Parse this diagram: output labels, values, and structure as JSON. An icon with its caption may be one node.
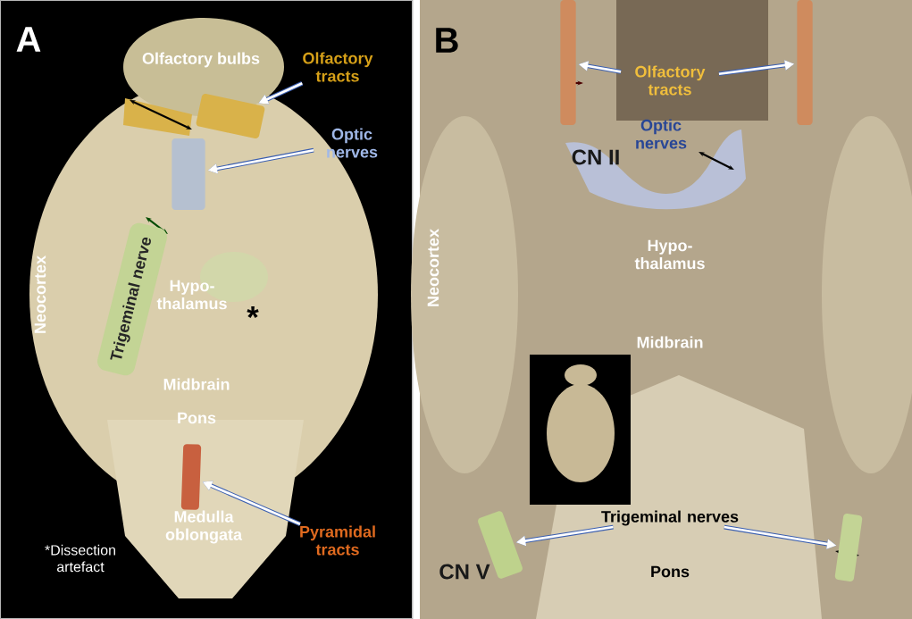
{
  "diagram": {
    "nodes": [
      {
        "text": [
          "Olfactory tracts"
        ]
      },
      {
        "text": [],
        "shape": "box"
      },
      {
        "text": [
          "Optic nerves"
        ]
      },
      {
        "text": [],
        "shape": "box"
      },
      {
        "text": [
          "Trigeminal nerve"
        ]
      },
      {
        "text": [
          "Pyramidal tracts"
        ]
      },
      {
        "text": [],
        "shape": "box"
      },
      {
        "text": [
          "Olfactory tracts"
        ]
      },
      {
        "text": [],
        "shape": "box"
      },
      {
        "text": [],
        "shape": "box"
      },
      {
        "text": [
          "Trigeminal nerves"
        ]
      },
      {
        "text": [],
        "shape": "box"
      },
      {
        "text": [],
        "shape": "box"
      }
    ],
    "edges": [
      {
        "from": 0,
        "to": 1,
        "arrow": "to"
      },
      {
        "from": 2,
        "to": 3,
        "arrow": "to"
      },
      {
        "from": 5,
        "to": 6,
        "arrow": "to"
      },
      {
        "from": 7,
        "to": 8,
        "arrow": "to"
      },
      {
        "from": 7,
        "to": 9,
        "arrow": "to"
      },
      {
        "from": 10,
        "to": 11,
        "arrow": "to"
      },
      {
        "from": 10,
        "to": 12,
        "arrow": "to"
      }
    ],
    "labels": [
      "A",
      "Olfactory bulbs",
      "Neocortex",
      "Hypo- thalamus",
      "*",
      "Midbrain",
      "Pons",
      "Medulla oblongata",
      "*Dissection artefact",
      "B",
      "Optic nerves",
      "CN II",
      "Neocortex",
      "Hypo- thalamus",
      "Midbrain",
      "CN V",
      "Pons"
    ]
  }
}
